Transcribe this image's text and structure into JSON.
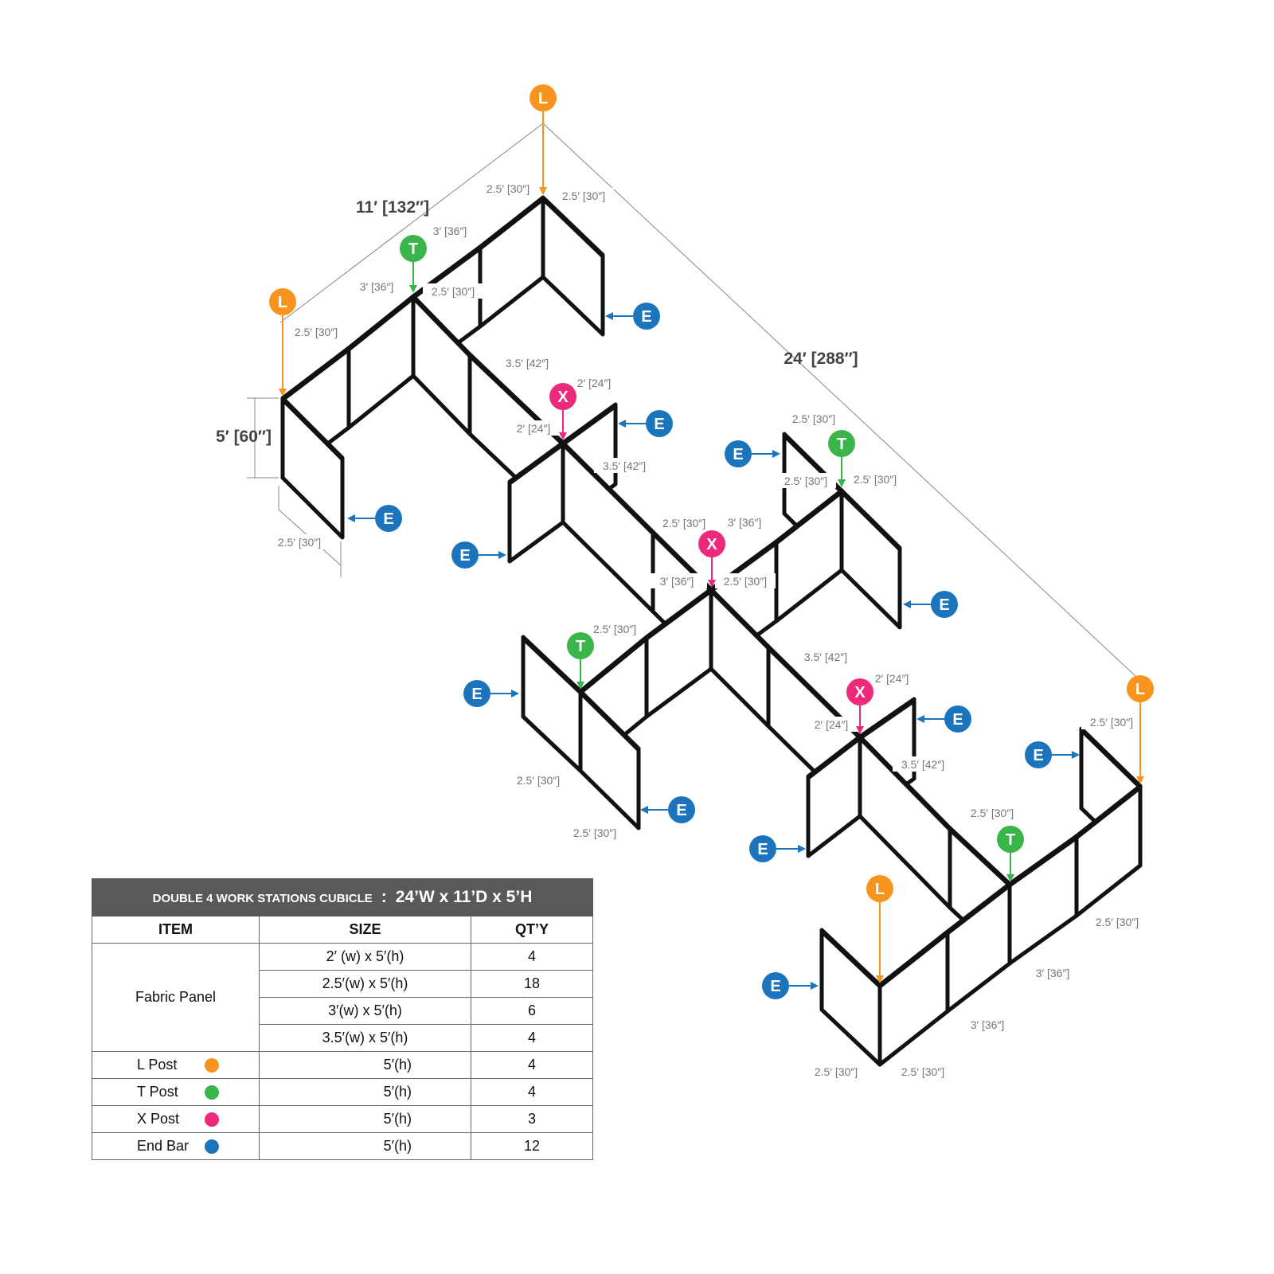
{
  "colors": {
    "l_post": "#f7941d",
    "t_post": "#39b54a",
    "x_post": "#ec297b",
    "end_bar": "#1c75bc",
    "panel": "#111111",
    "dim_line": "#888888",
    "header_bg": "#595959"
  },
  "dimensions": [
    "2.5′ [30″]",
    "2.5′ [30″]",
    "11′ [132″]",
    "3′ [36″]",
    "3′ [36″]",
    "2.5′ [30″]",
    "2.5′ [30″]",
    "3.5′ [42″]",
    "24′ [288″]",
    "2′ [24″]",
    "2′ [24″]",
    "5′ [60″]",
    "2.5′ [30″]",
    "3.5′ [42″]",
    "2.5′ [30″]",
    "2.5′ [30″]",
    "2.5′ [30″]",
    "3′ [36″]",
    "2.5′ [30″]",
    "3′ [36″]",
    "2.5′ [30″]",
    "2.5′ [30″]",
    "3.5′ [42″]",
    "2′ [24″]",
    "2′ [24″]",
    "2.5′ [30″]",
    "3.5′ [42″]",
    "2.5′ [30″]",
    "2.5′ [30″]",
    "2.5′ [30″]",
    "2.5′ [30″]",
    "3′ [36″]",
    "3′ [36″]",
    "2.5′ [30″]",
    "2.5′ [30″]"
  ],
  "markers": {
    "l_post": {
      "letter": "L",
      "count": 4
    },
    "t_post": {
      "letter": "T",
      "count": 4
    },
    "x_post": {
      "letter": "X",
      "count": 3
    },
    "end_bar": {
      "letter": "E",
      "count": 12
    }
  },
  "table": {
    "title": "DOUBLE 4 WORK STATIONS  CUBICLE",
    "separator": ":",
    "spec": "24’W x 11’D x 5’H",
    "headers": [
      "ITEM",
      "SIZE",
      "QT’Y"
    ],
    "fabric_panel": {
      "label": "Fabric Panel",
      "rows": [
        {
          "size": "2′ (w) x 5′(h)",
          "qty": "4"
        },
        {
          "size": "2.5′(w) x 5′(h)",
          "qty": "18"
        },
        {
          "size": "3′(w) x 5′(h)",
          "qty": "6"
        },
        {
          "size": "3.5′(w) x 5′(h)",
          "qty": "4"
        }
      ]
    },
    "posts": [
      {
        "label": "L Post",
        "size": "5′(h)",
        "qty": "4",
        "color": "#f7941d"
      },
      {
        "label": "T Post",
        "size": "5′(h)",
        "qty": "4",
        "color": "#39b54a"
      },
      {
        "label": "X Post",
        "size": "5′(h)",
        "qty": "3",
        "color": "#ec297b"
      },
      {
        "label": "End Bar",
        "size": "5′(h)",
        "qty": "12",
        "color": "#1c75bc"
      }
    ]
  }
}
